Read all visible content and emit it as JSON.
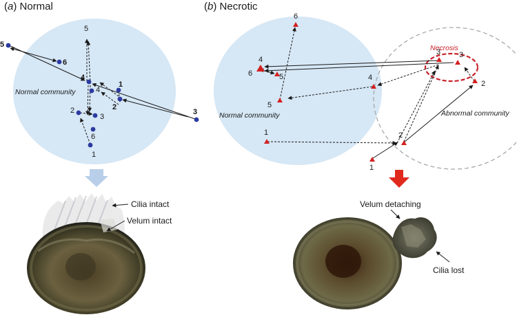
{
  "panel_a": {
    "title_letter": "a",
    "title_word": "Normal",
    "community_label": "Normal community",
    "point_labels": {
      "p5_far": "5",
      "p6_near": "6",
      "p5_top": "5",
      "p4_left": "4",
      "p4_right": "4",
      "p1": "1",
      "p2_right": "2",
      "p3_far": "3",
      "p2_left": "2",
      "p3_low": "3",
      "p6_low": "6",
      "p1_low": "1"
    },
    "annotations": {
      "cilia": "Cilia intact",
      "velum": "Velum intact"
    },
    "colors": {
      "point": "#2b3aa0",
      "community": "#d6e7f5",
      "arrow_down": "#b9cfe9"
    }
  },
  "panel_b": {
    "title_letter": "b",
    "title_word": "Necrotic",
    "normal_label": "Normal community",
    "abnormal_label": "Abnormal community",
    "necrosis_label": "Necrosis",
    "point_labels": {
      "p6": "6",
      "p4_left": "4",
      "p6_left": "6",
      "p5_a": "5",
      "p5_b": "5",
      "p4_mid": "4",
      "p3_a": "3",
      "p3_b": "3",
      "p2_right": "2",
      "p1_left": "1",
      "p2_mid": "2",
      "p1_bottom": "1"
    },
    "annotations": {
      "velum": "Velum detaching",
      "cilia": "Cilia lost"
    },
    "colors": {
      "point": "#d42020",
      "community": "#d6e7f5",
      "arrow_down": "#e02a1e",
      "necrosis": "#c8202a"
    }
  }
}
